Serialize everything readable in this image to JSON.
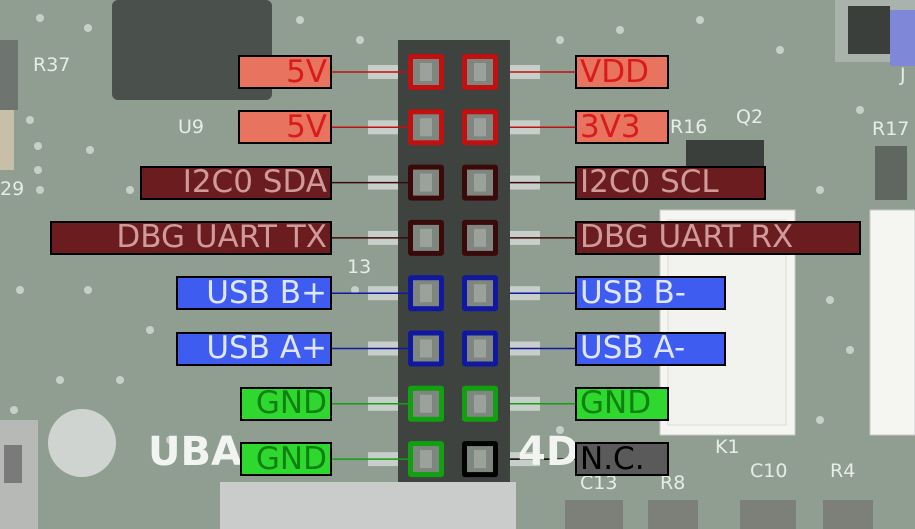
{
  "silkscreen": {
    "r37": "R37",
    "u9": "U9",
    "r16": "R16",
    "q2": "Q2",
    "r17": "R17",
    "num29": "29",
    "num13": "13",
    "k1": "K1",
    "c13": "C13",
    "r8": "R8",
    "c10": "C10",
    "r4": "R4",
    "uba": "UBA",
    "num4d": "4D",
    "j": "J"
  },
  "pins": {
    "left": [
      {
        "label": "5V",
        "color": "#e8735f",
        "text_color": "#d81c1c",
        "border": "#c01010"
      },
      {
        "label": "5V",
        "color": "#e8735f",
        "text_color": "#d81c1c",
        "border": "#c01010"
      },
      {
        "label": "I2C0 SDA",
        "color": "#6a1c1e",
        "text_color": "#cf9a9a",
        "border": "#3a0a0a"
      },
      {
        "label": "DBG UART TX",
        "color": "#6a1c1e",
        "text_color": "#cf9a9a",
        "border": "#3a0a0a"
      },
      {
        "label": "USB B+",
        "color": "#3f5cf0",
        "text_color": "#dfe6ff",
        "border": "#1018a0"
      },
      {
        "label": "USB A+",
        "color": "#3f5cf0",
        "text_color": "#dfe6ff",
        "border": "#1018a0"
      },
      {
        "label": "GND",
        "color": "#2fd82f",
        "text_color": "#108010",
        "border": "#10a010"
      },
      {
        "label": "GND",
        "color": "#2fd82f",
        "text_color": "#108010",
        "border": "#10a010"
      }
    ],
    "right": [
      {
        "label": "VDD",
        "color": "#e8735f",
        "text_color": "#d81c1c",
        "border": "#c01010"
      },
      {
        "label": "3V3",
        "color": "#e8735f",
        "text_color": "#d81c1c",
        "border": "#c01010"
      },
      {
        "label": "I2C0 SCL",
        "color": "#6a1c1e",
        "text_color": "#cf9a9a",
        "border": "#3a0a0a"
      },
      {
        "label": "DBG UART RX",
        "color": "#6a1c1e",
        "text_color": "#cf9a9a",
        "border": "#3a0a0a"
      },
      {
        "label": "USB B-",
        "color": "#3f5cf0",
        "text_color": "#dfe6ff",
        "border": "#1018a0"
      },
      {
        "label": "USB A-",
        "color": "#3f5cf0",
        "text_color": "#dfe6ff",
        "border": "#1018a0"
      },
      {
        "label": "GND",
        "color": "#2fd82f",
        "text_color": "#108010",
        "border": "#10a010"
      },
      {
        "label": "N.C.",
        "color": "#555555",
        "text_color": "#000000",
        "border": "#000000"
      }
    ]
  }
}
